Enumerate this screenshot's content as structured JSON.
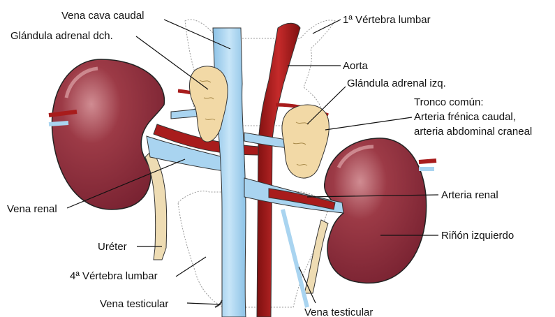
{
  "labels": {
    "vena_cava_caudal": "Vena cava caudal",
    "glandula_adrenal_dch": "Glándula adrenal dch.",
    "vena_renal": "Vena renal",
    "ureter": "Uréter",
    "vertebra_lumbar_4": "4ª Vértebra lumbar",
    "vena_testicular_left": "Vena testicular",
    "vertebra_lumbar_1": "1ª Vértebra lumbar",
    "aorta": "Aorta",
    "glandula_adrenal_izq": "Glándula adrenal izq.",
    "tronco_comun_1": "Tronco común:",
    "tronco_comun_2": "Arteria frénica caudal,",
    "tronco_comun_3": "arteria abdominal craneal",
    "arteria_renal": "Arteria renal",
    "rinon_izquierdo": "Riñón izquierdo",
    "vena_testicular_bottom": "Vena testicular"
  },
  "colors": {
    "kidney": "#8e2f3c",
    "kidney_highlight": "#c87e86",
    "vein": "#a9d4f0",
    "artery": "#a81c1c",
    "adrenal": "#f2d9a6",
    "ureter": "#eedcb3",
    "outline": "#222222"
  }
}
